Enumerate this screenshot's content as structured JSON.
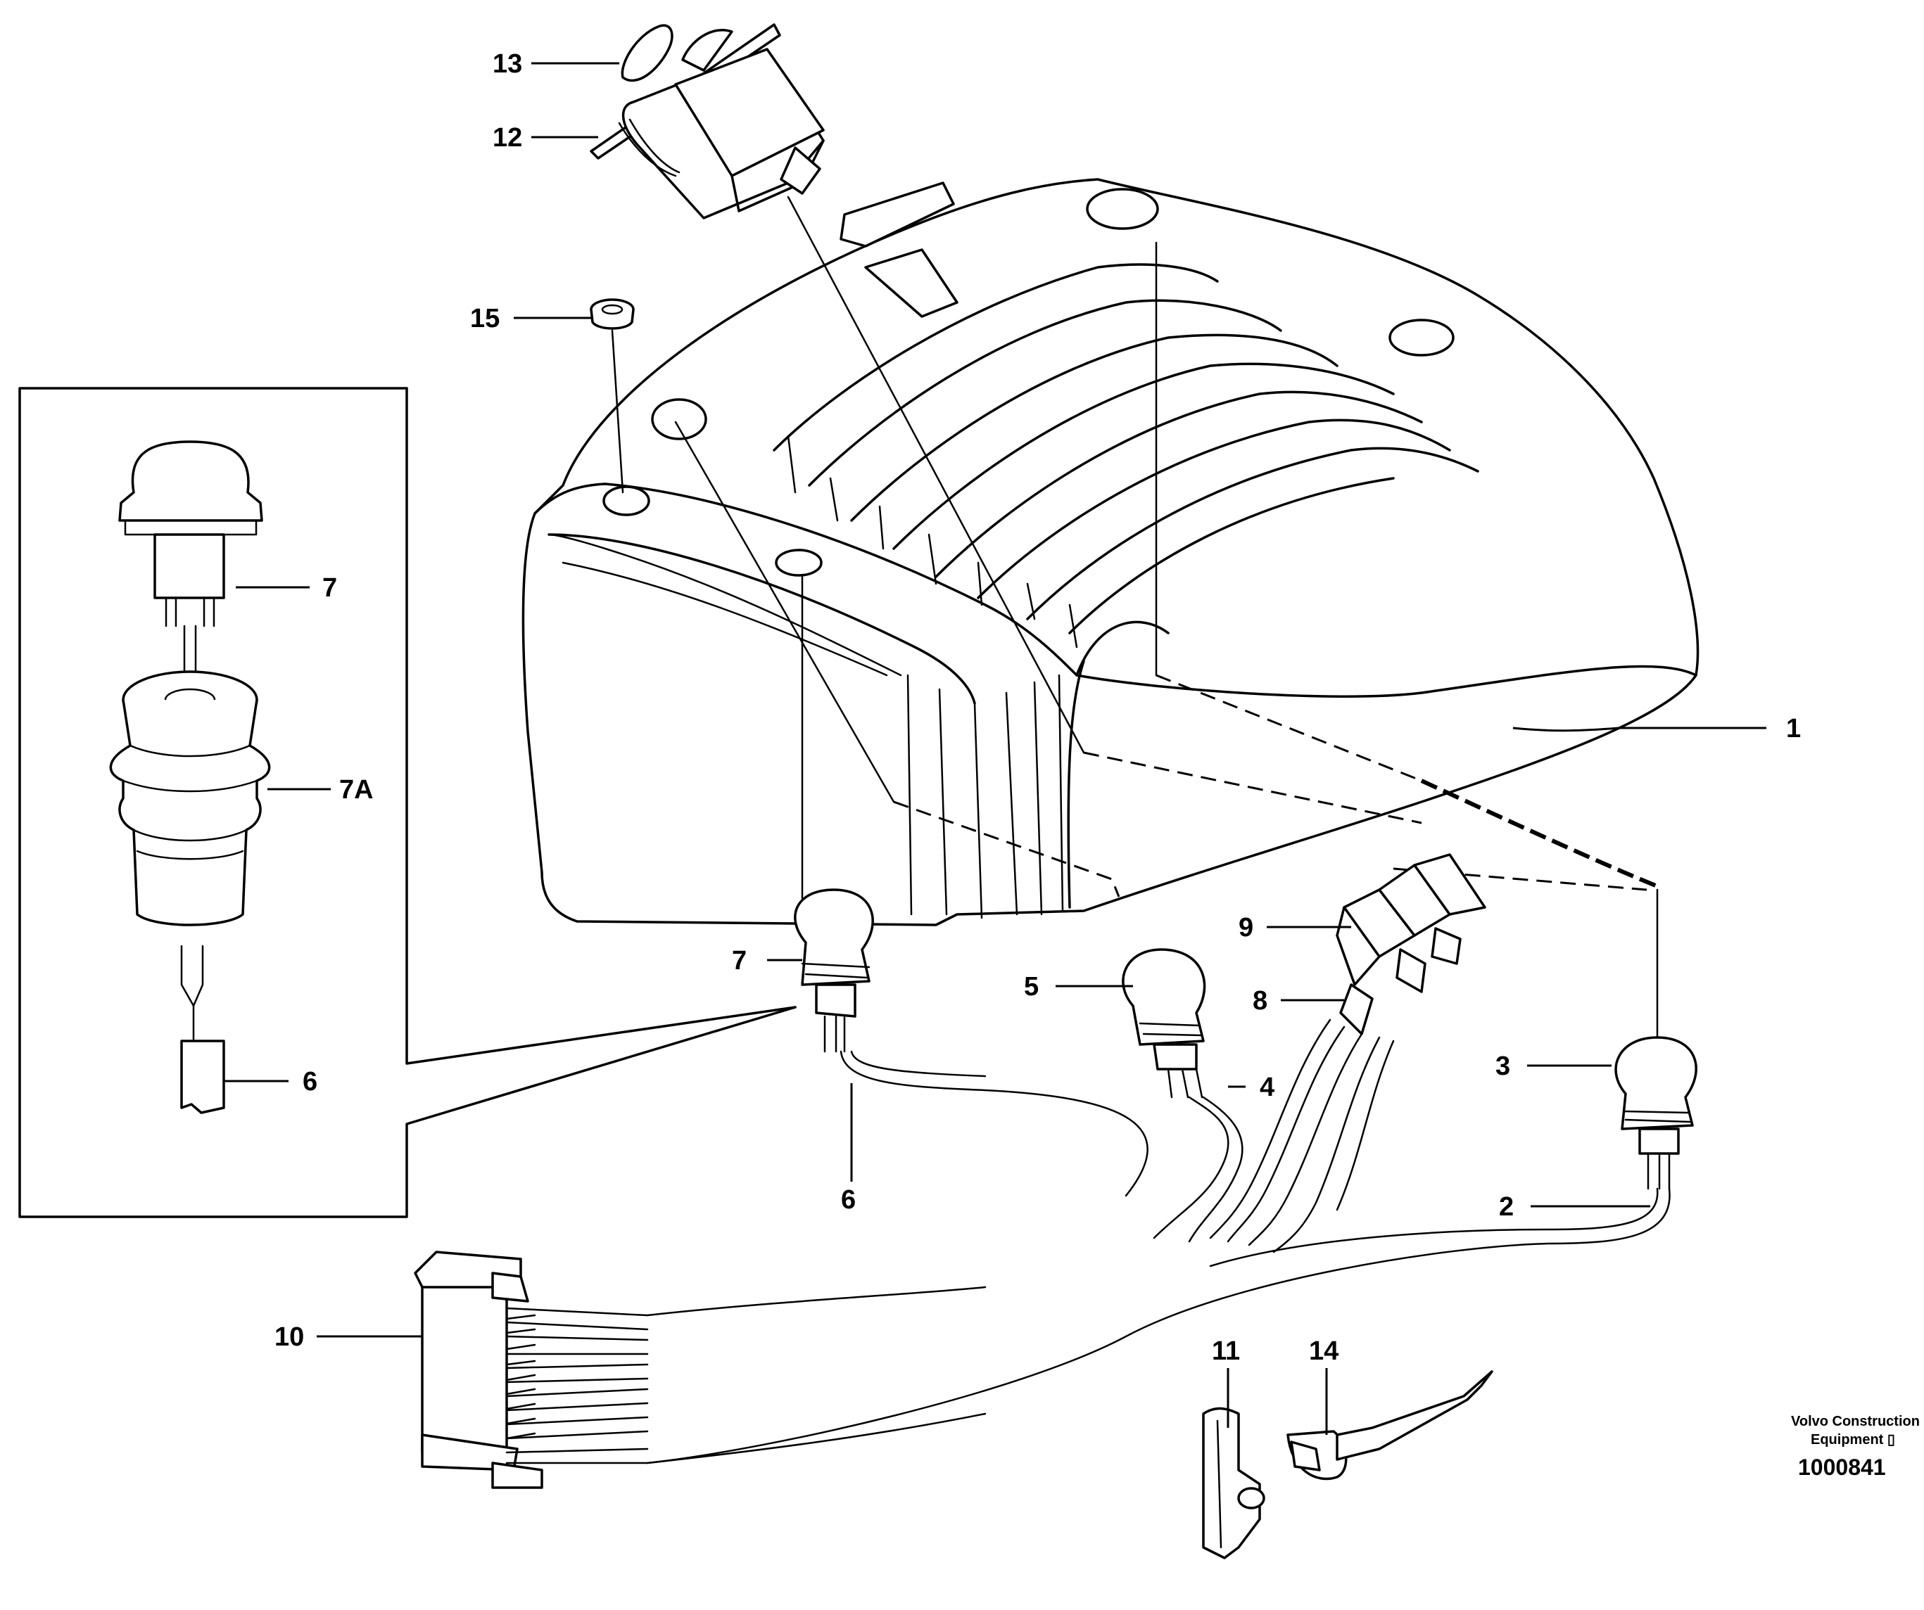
{
  "callouts": {
    "c1": "1",
    "c2": "2",
    "c3": "3",
    "c4": "4",
    "c5": "5",
    "c6_inset": "6",
    "c6_main": "6",
    "c7_inset": "7",
    "c7_main": "7",
    "c7a": "7A",
    "c8": "8",
    "c9": "9",
    "c10": "10",
    "c11": "11",
    "c12": "12",
    "c13": "13",
    "c14": "14",
    "c15": "15"
  },
  "credit": {
    "line1": "Volvo Construction",
    "line2": "Equipment ▯",
    "ref": "1000841"
  }
}
